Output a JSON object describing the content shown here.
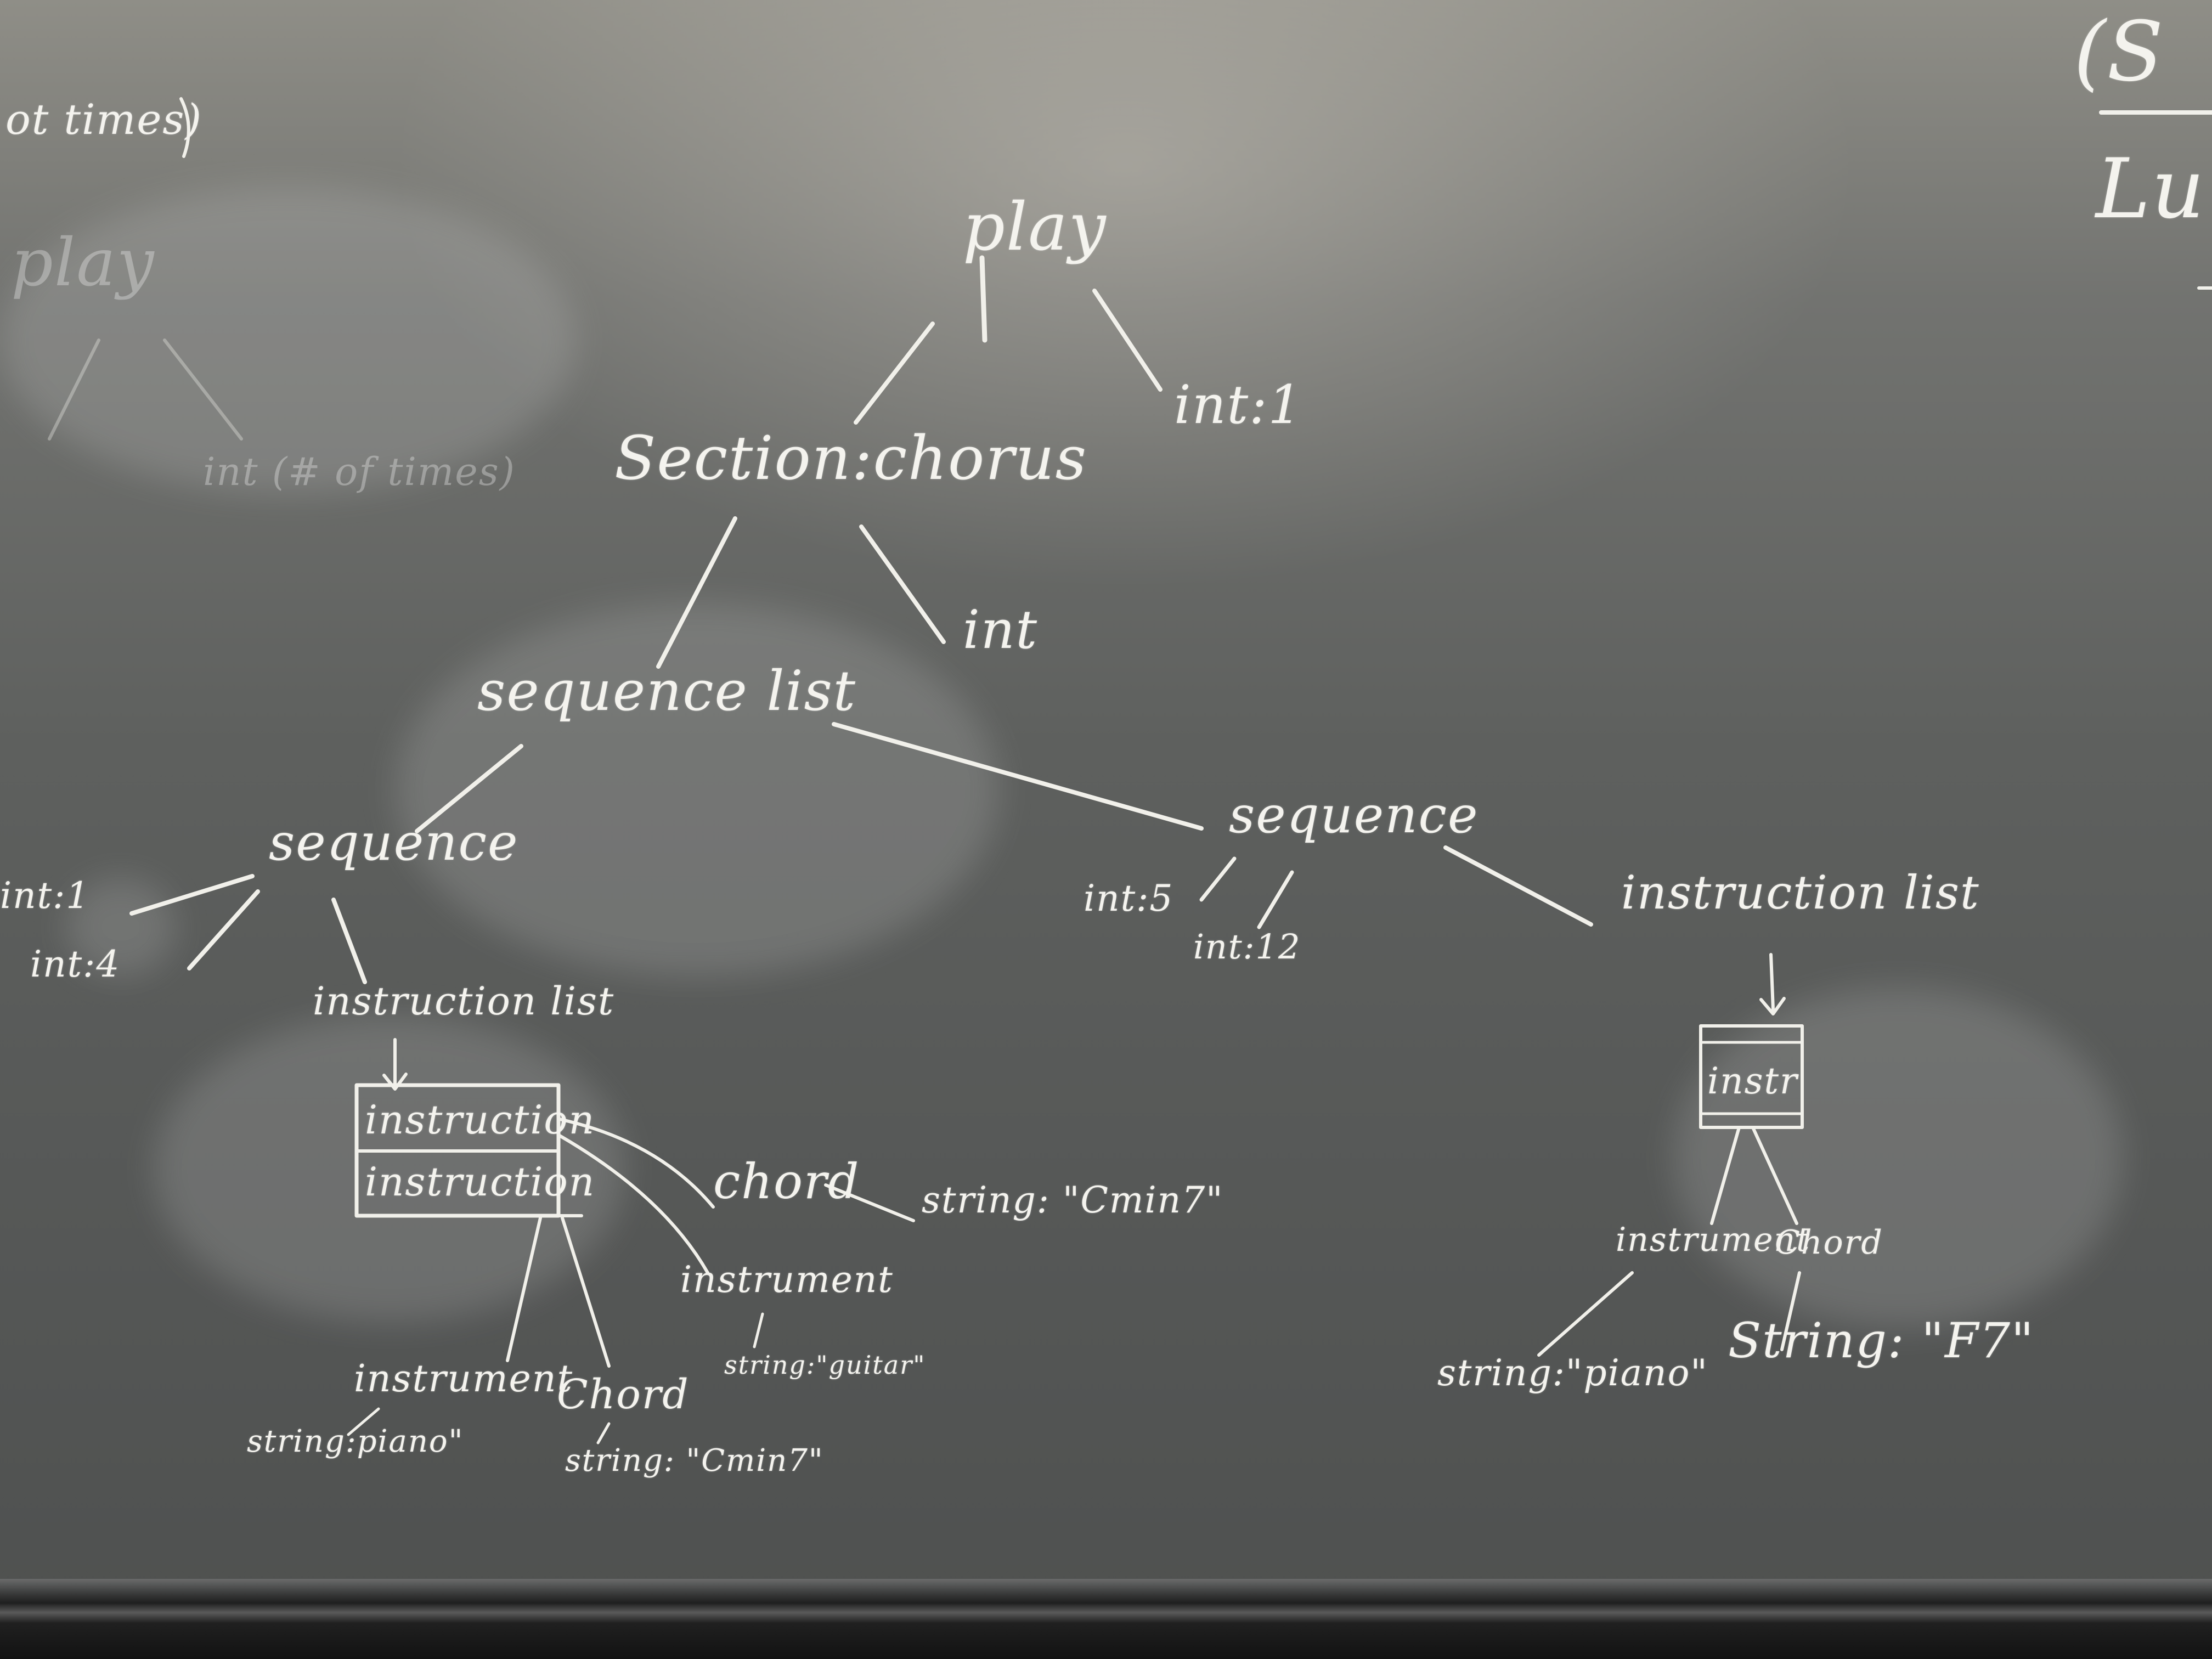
{
  "corner_top_left": "ot times)",
  "corner_top_right": [
    "(S",
    "Lu"
  ],
  "faded": {
    "play": "play",
    "int": "int (# of times)"
  },
  "tree": {
    "root": "play",
    "root_int": "int:1",
    "section": "Section:chorus",
    "section_int": "int",
    "sequence_list": "sequence list",
    "left_sequence": {
      "label": "sequence",
      "int_a": "int:1",
      "int_b": "int:4",
      "instruction_list": "instruction list",
      "box_row_1": "instruction",
      "box_row_2": "instruction",
      "chord": "chord",
      "chord_value": "string: \"Cmin7\"",
      "instrument": "instrument",
      "instrument_value": "string:\"guitar\"",
      "instrument_2": "instrument",
      "instrument_2_value": "string:piano\"",
      "chord_2": "Chord",
      "chord_2_value": "string: \"Cmin7\""
    },
    "right_sequence": {
      "label": "sequence",
      "int_a": "int:5",
      "int_b": "int:12",
      "instruction_list": "instruction list",
      "box_row": "instr",
      "instrument": "instrument",
      "chord": "Chord",
      "instrument_value": "string:\"piano\"",
      "chord_value": "String: \"F7\""
    }
  }
}
